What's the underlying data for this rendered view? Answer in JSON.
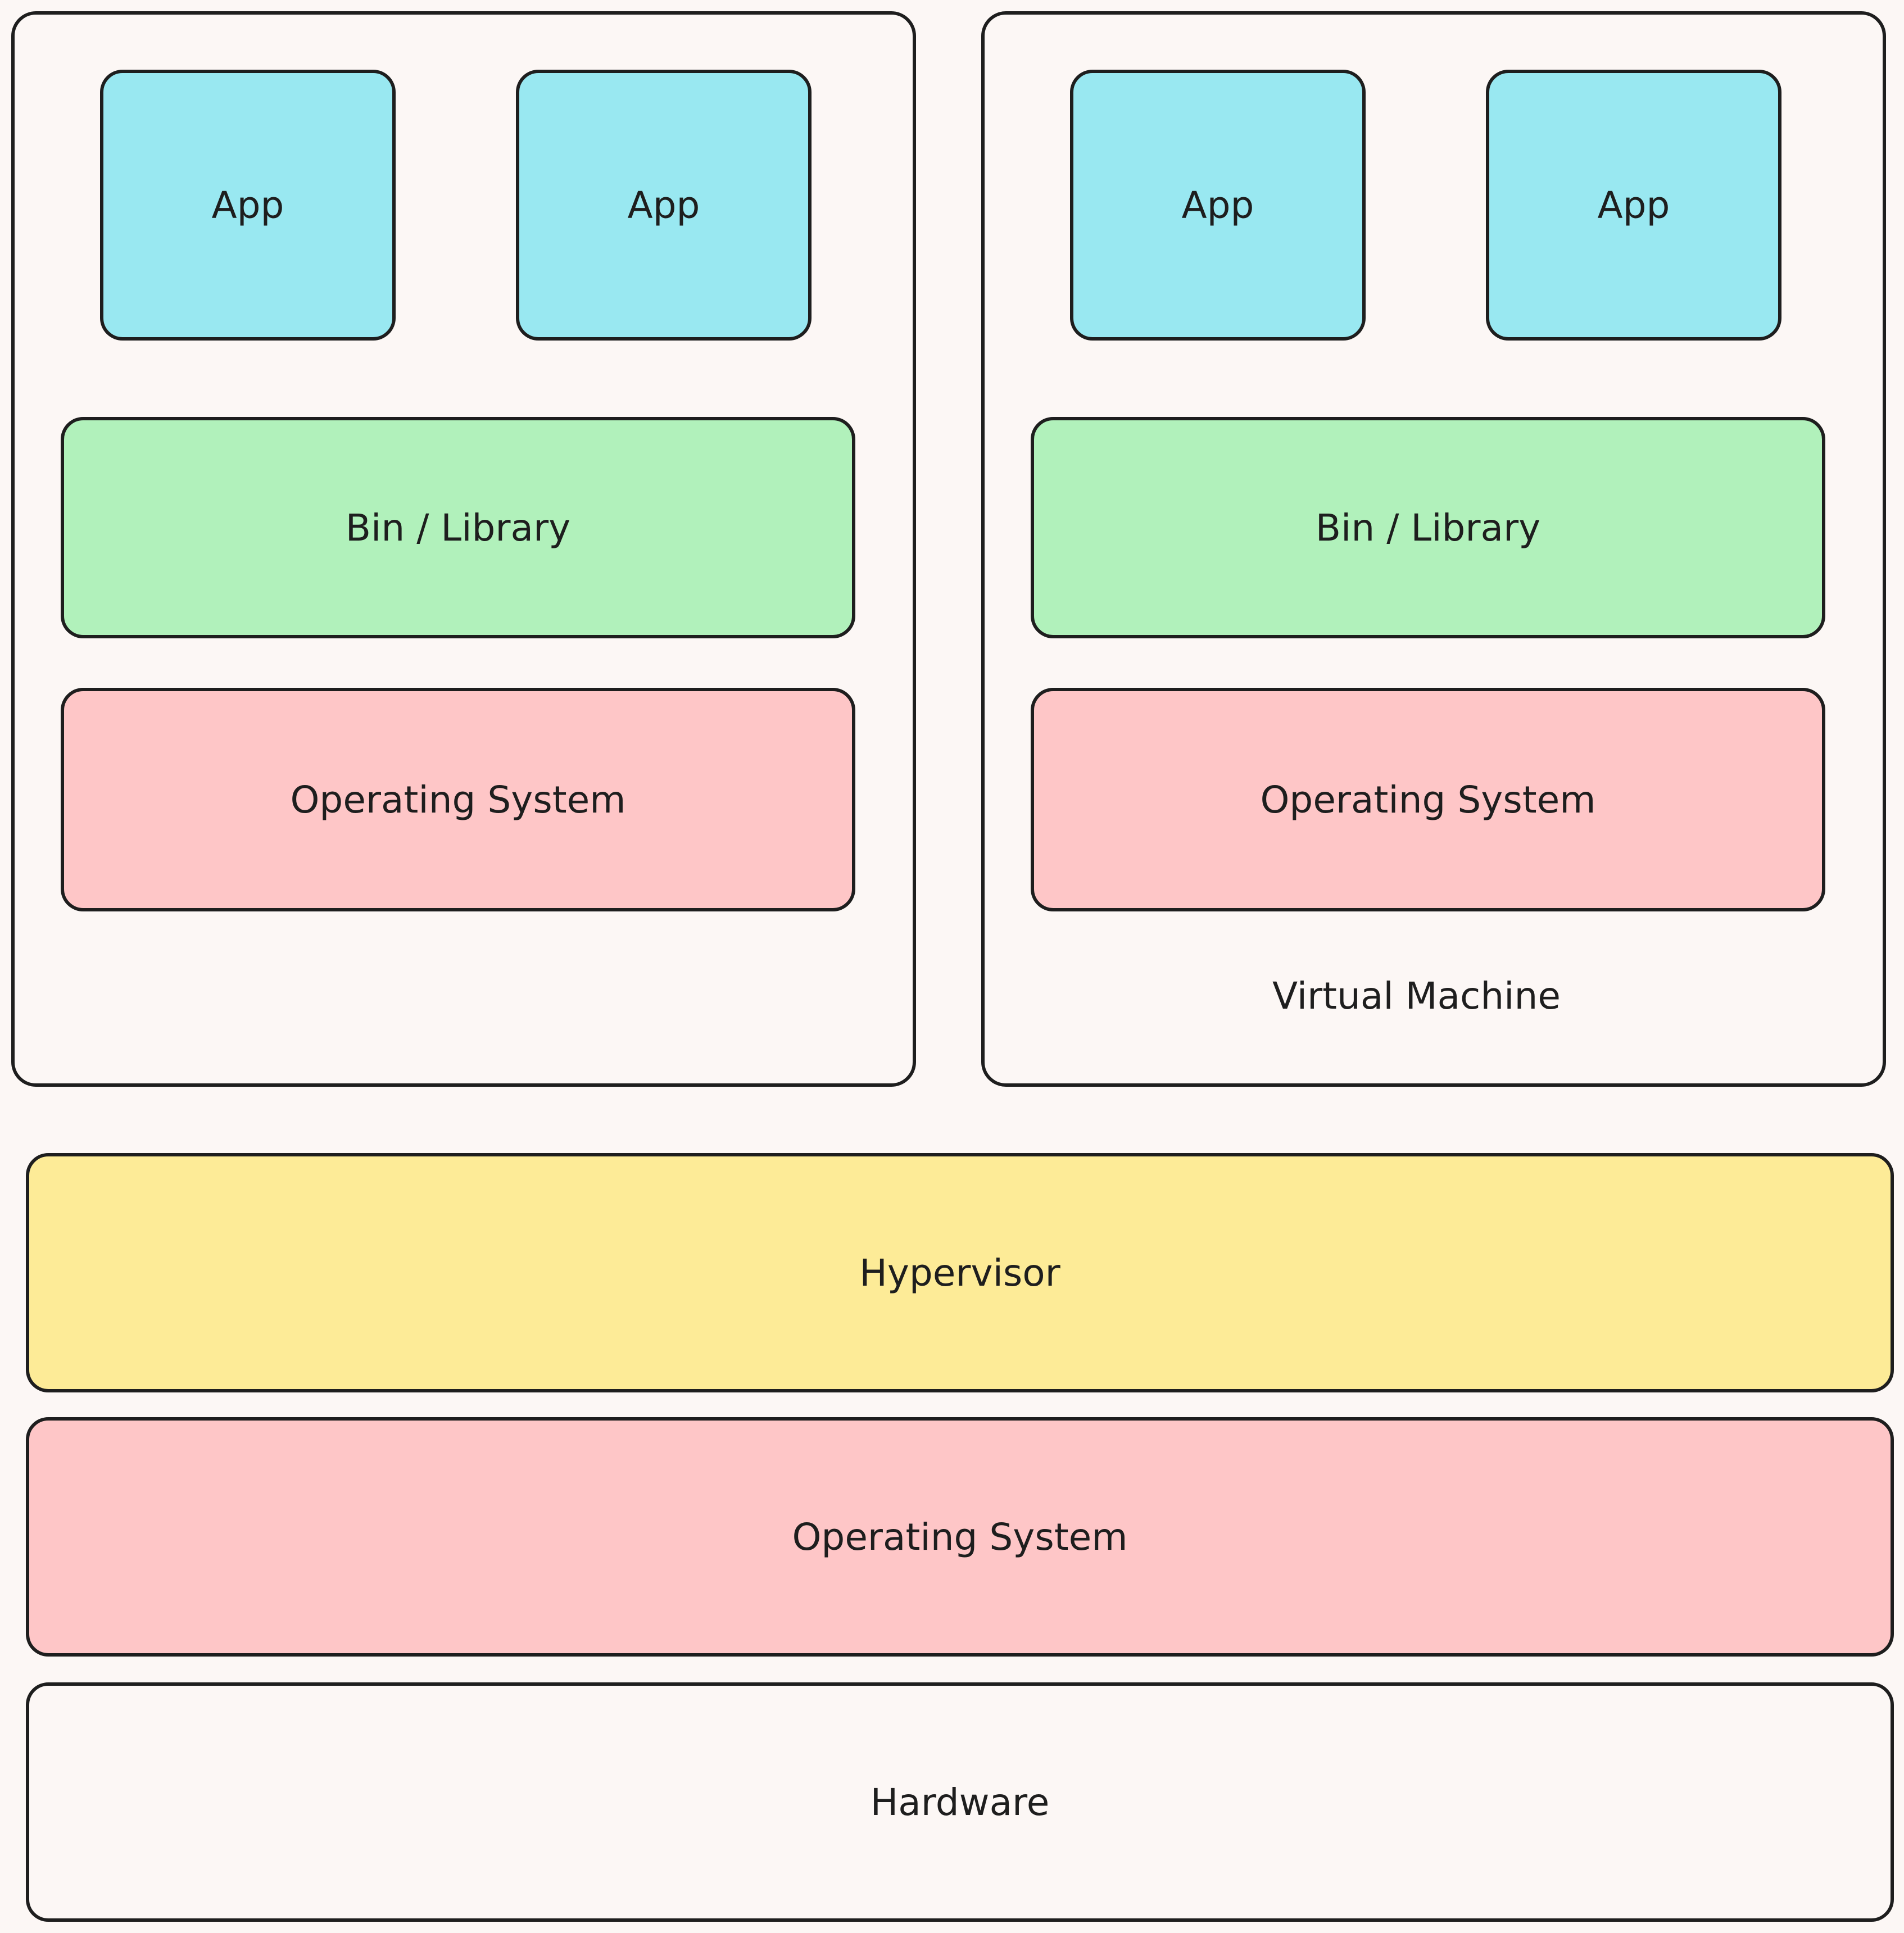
{
  "colors": {
    "background": "#fcf7f5",
    "stroke": "#1e1e1e",
    "app": "#99e8f1",
    "bin_library": "#b1f1bb",
    "operating_system": "#fec6c7",
    "hypervisor": "#fdeb97",
    "hardware": "#fcf7f5"
  },
  "vm_left": {
    "caption": "",
    "apps": [
      {
        "label": "App"
      },
      {
        "label": "App"
      }
    ],
    "bin_library": "Bin / Library",
    "operating_system": "Operating System"
  },
  "vm_right": {
    "caption": "Virtual Machine",
    "apps": [
      {
        "label": "App"
      },
      {
        "label": "App"
      }
    ],
    "bin_library": "Bin / Library",
    "operating_system": "Operating System"
  },
  "host": {
    "hypervisor": "Hypervisor",
    "operating_system": "Operating System",
    "hardware": "Hardware"
  }
}
